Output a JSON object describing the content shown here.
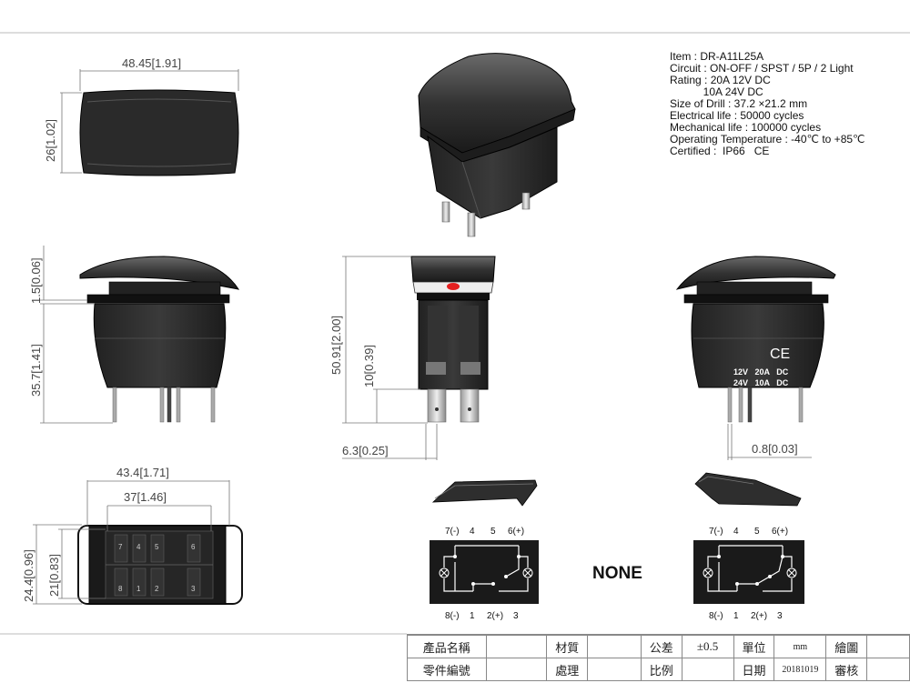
{
  "spec": {
    "item": "Item : DR-A11L25A",
    "circuit": "Circuit : ON-OFF / SPST / 5P / 2 Light",
    "rating1": "Rating : 20A 12V DC",
    "rating2": "           10A 24V DC",
    "drill": "Size of Drill : 37.2 ×21.2 mm",
    "elec_life": "Electrical life : 50000 cycles",
    "mech_life": "Mechanical life : 100000 cycles",
    "temp": "Operating Temperature : -40℃ to +85℃",
    "cert": "Certified :  IP66   CE"
  },
  "dims": {
    "top_width": "48.45",
    "top_width_in": "1.91",
    "top_height": "26",
    "top_height_in": "1.02",
    "side_flange": "1.5",
    "side_flange_in": "0.06",
    "side_body": "35.7",
    "side_body_in": "1.41",
    "front_total": "50.91",
    "front_total_in": "2.00",
    "front_term": "10",
    "front_term_in": "0.39",
    "front_pin_off": "6.3",
    "front_pin_off_in": "0.25",
    "side2_pin": "0.8",
    "side2_pin_in": "0.03",
    "bottom_outer": "43.4",
    "bottom_outer_in": "1.71",
    "bottom_inner": "37",
    "bottom_inner_in": "1.46",
    "bottom_outer_h": "24.4",
    "bottom_outer_h_in": "0.96",
    "bottom_inner_h": "21",
    "bottom_inner_h_in": "0.83"
  },
  "markings": {
    "ce": "CE",
    "line1": "12V   20A   DC",
    "line2": "24V   10A   DC"
  },
  "bottom_pins": {
    "top": [
      "7",
      "4",
      "5",
      "6"
    ],
    "bottom": [
      "8",
      "1",
      "2",
      "3"
    ]
  },
  "circuit_labels": {
    "top": [
      "7(-)",
      "4",
      "5",
      "6(+)"
    ],
    "bottom": [
      "8(-)",
      "1",
      "2(+)",
      "3"
    ]
  },
  "none_label": "NONE",
  "title_block": {
    "r1": [
      "產品名稱",
      "",
      "材質",
      "",
      "公差",
      "±0.5",
      "單位",
      "mm",
      "繪圖",
      ""
    ],
    "r2": [
      "零件編號",
      "",
      "處理",
      "",
      "比例",
      "",
      "日期",
      "20181019",
      "審核",
      ""
    ]
  }
}
